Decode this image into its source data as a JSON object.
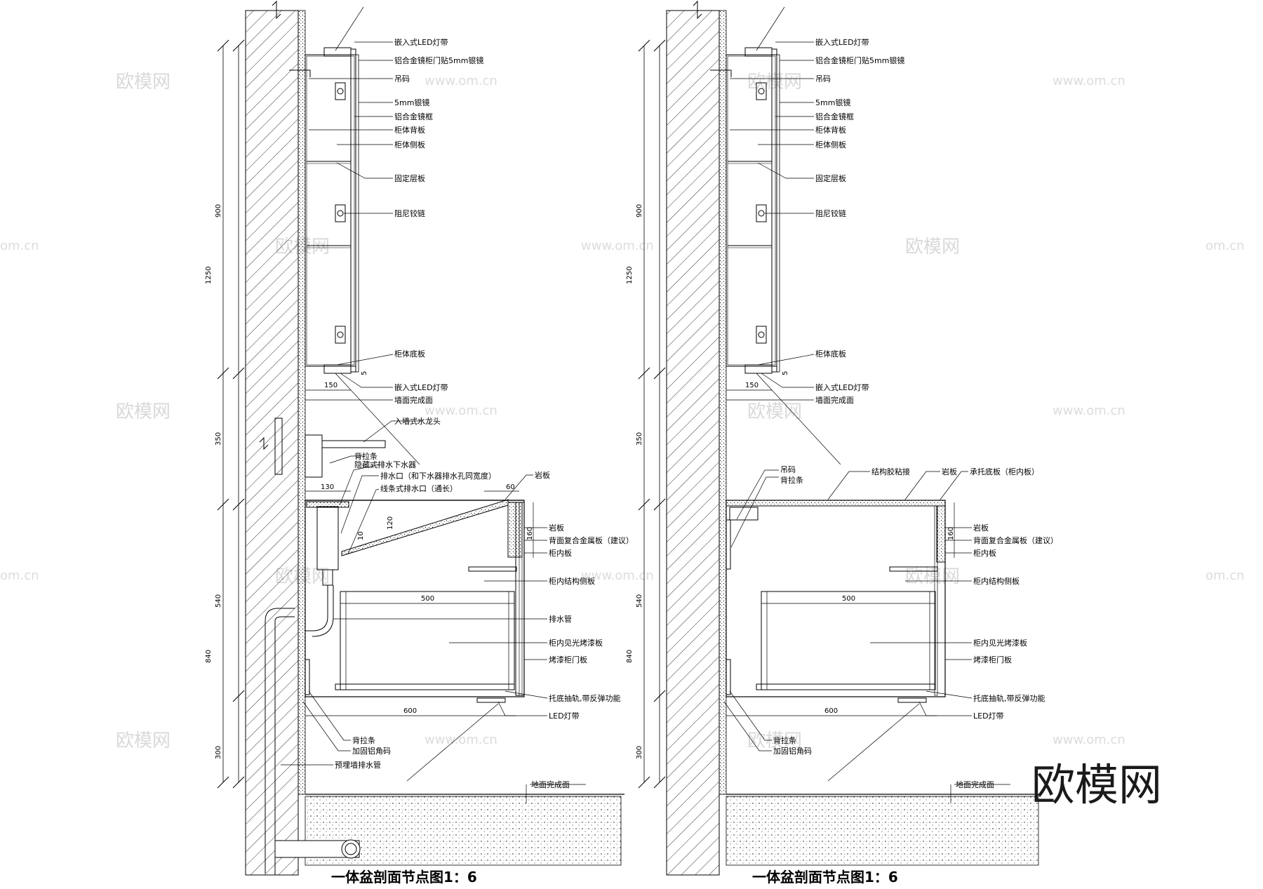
{
  "watermarks": {
    "cn": "欧模网",
    "url": "www.om.cn",
    "url_edge": "om.cn"
  },
  "brand_logo": "欧模网",
  "left": {
    "title": "一体盆剖面节点图1：6",
    "labels": {
      "led_top": "嵌入式LED灯带",
      "mirror_door": "铝合金镜柜门贴5mm银镜",
      "hanger": "吊码",
      "silver_mirror": "5mm银镜",
      "alu_frame": "铝合金镜框",
      "back_panel": "柜体背板",
      "side_panel": "柜体侧板",
      "fixed_shelf": "固定层板",
      "damper_hinge": "阻尼铰链",
      "bottom_panel": "柜体底板",
      "led_bottom": "嵌入式LED灯带",
      "wall_finish": "墙面完成面",
      "faucet": "入墙式水龙头",
      "back_strip_top": "背拉条",
      "drain_hidden": "隐藏式排水下水器",
      "drain_port": "排水口（和下水器排水孔同宽度）",
      "linear_drain": "线条式排水口（通长）",
      "rock_top": "岩板",
      "rock_side": "岩板",
      "composite_metal": "背面复合金属板（建议）",
      "inner_panel": "柜内板",
      "inner_side": "柜内结构侧板",
      "drain_pipe": "排水管",
      "gloss_paint": "柜内见光烤漆板",
      "door_paint": "烤漆柜门板",
      "rail": "托底抽轨,带反弹功能",
      "led_strip": "LED灯带",
      "back_strip_bottom": "背拉条",
      "angle_code": "加固铝角码",
      "pre_drain": "预埋墙排水管",
      "floor_finish": "地面完成面"
    },
    "dims": {
      "h900": "900",
      "h1250": "1250",
      "h350": "350",
      "h540": "540",
      "h840": "840",
      "h300": "300",
      "w150": "150",
      "w130": "130",
      "w60": "60",
      "h120": "120",
      "h160": "160",
      "h10": "10",
      "w500": "500",
      "w600": "600",
      "w5": "5"
    }
  },
  "right": {
    "title": "一体盆剖面节点图1：6",
    "labels": {
      "led_top": "嵌入式LED灯带",
      "mirror_door": "铝合金镜柜门贴5mm银镜",
      "hanger": "吊码",
      "silver_mirror": "5mm银镜",
      "alu_frame": "铝合金镜框",
      "back_panel": "柜体背板",
      "side_panel": "柜体侧板",
      "fixed_shelf": "固定层板",
      "damper_hinge": "阻尼铰链",
      "bottom_panel": "柜体底板",
      "led_bottom": "嵌入式LED灯带",
      "wall_finish": "墙面完成面",
      "hanger2": "吊码",
      "back_strip_top": "背拉条",
      "struct_glue": "结构胶粘接",
      "rock_top": "岩板",
      "support_bottom": "承托底板（柜内板）",
      "rock_side": "岩板",
      "composite_metal": "背面复合金属板（建议）",
      "inner_panel": "柜内板",
      "inner_side": "柜内结构侧板",
      "gloss_paint": "柜内见光烤漆板",
      "door_paint": "烤漆柜门板",
      "rail": "托底抽轨,带反弹功能",
      "led_strip": "LED灯带",
      "back_strip_bottom": "背拉条",
      "angle_code": "加固铝角码",
      "floor_finish": "地面完成面"
    },
    "dims": {
      "h900": "900",
      "h1250": "1250",
      "h350": "350",
      "h540": "540",
      "h840": "840",
      "h300": "300",
      "w150": "150",
      "h160": "160",
      "w500": "500",
      "w600": "600",
      "w5": "5"
    }
  }
}
